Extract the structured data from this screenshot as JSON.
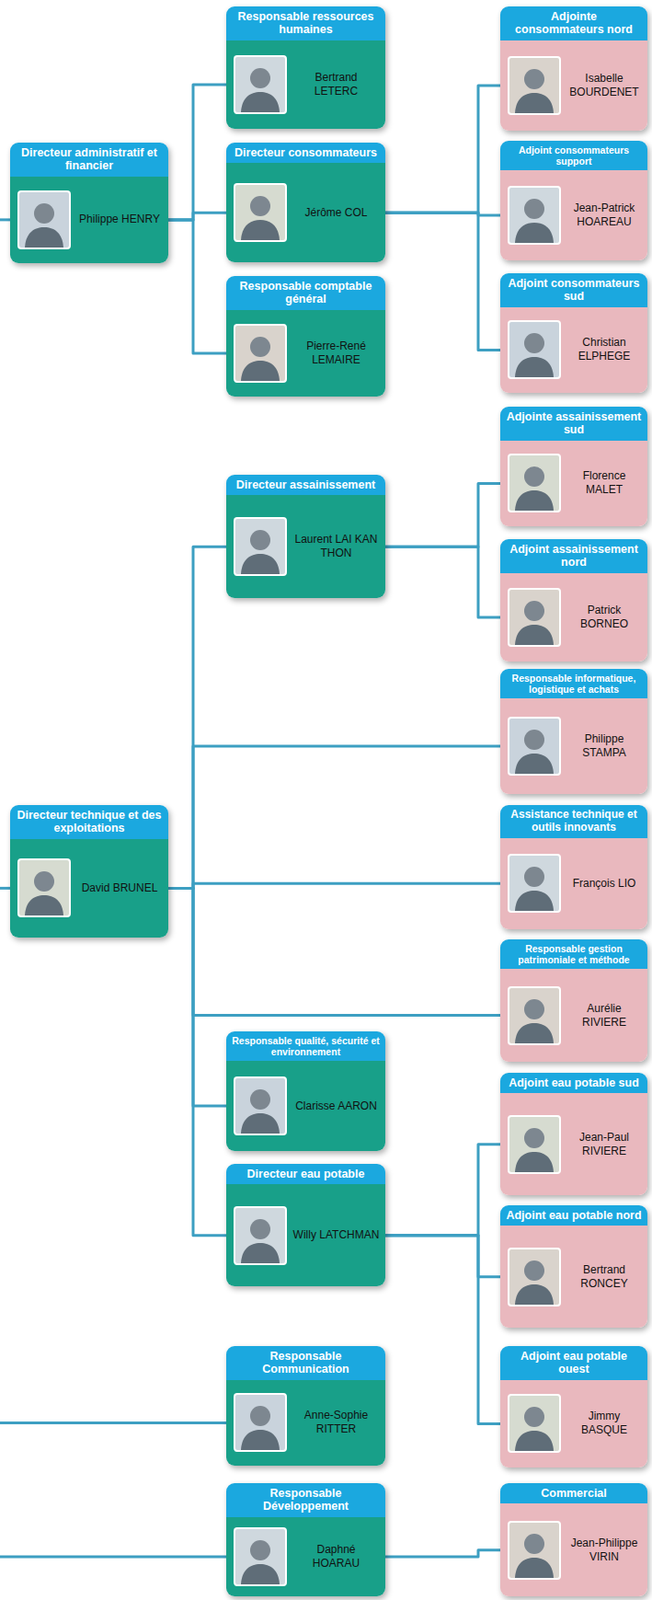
{
  "diagram": {
    "nodes": [
      {
        "text": [
          "Responsable ressources humaines",
          "Bertrand LETERC"
        ]
      },
      {
        "text": [
          "Adjointe consommateurs nord",
          "Isabelle BOURDENET"
        ]
      },
      {
        "text": [
          "Directeur administratif et financier",
          "Philippe HENRY"
        ]
      },
      {
        "text": [
          "Directeur consommateurs",
          "Jérôme COL"
        ]
      },
      {
        "text": [
          "Adjoint consommateurs support",
          "Jean-Patrick HOAREAU"
        ]
      },
      {
        "text": [
          "Responsable comptable général",
          "Pierre-René LEMAIRE"
        ]
      },
      {
        "text": [
          "Adjoint consommateurs sud",
          "Christian ELPHEGE"
        ]
      },
      {
        "text": [
          "Adjointe assainissement sud",
          "Florence MALET"
        ]
      },
      {
        "text": [
          "Directeur assainissement",
          "Laurent LAI KAN THON"
        ]
      },
      {
        "text": [
          "Adjoint assainissement nord",
          "Patrick BORNEO"
        ]
      },
      {
        "text": [
          "Responsable informatique, logistique et achats",
          "Philippe STAMPA"
        ]
      },
      {
        "text": [
          "Directeur technique et des exploitations",
          "David BRUNEL"
        ]
      },
      {
        "text": [
          "Assistance technique et outils innovants",
          "François LIO"
        ]
      },
      {
        "text": [
          "Responsable gestion patrimoniale et méthode",
          "Aurélie RIVIERE"
        ]
      },
      {
        "text": [
          "Responsable qualité, sécurité et environnement",
          "Clarisse AARON"
        ]
      },
      {
        "text": [
          "Adjoint eau potable sud",
          "Jean-Paul RIVIERE"
        ]
      },
      {
        "text": [
          "Directeur eau potable",
          "Willy LATCHMAN"
        ]
      },
      {
        "text": [
          "Adjoint eau potable nord",
          "Bertrand RONCEY"
        ]
      },
      {
        "text": [
          "Responsable Communication",
          "Anne-Sophie RITTER"
        ]
      },
      {
        "text": [
          "Adjoint eau potable ouest",
          "Jimmy BASQUE"
        ]
      },
      {
        "text": [
          "Responsable Développement",
          "Daphné HOARAU"
        ]
      },
      {
        "text": [
          "Commercial",
          "Jean-Philippe VIRIN"
        ]
      }
    ],
    "edges": [
      {
        "from": 2,
        "to": 0,
        "arrow": "none"
      },
      {
        "from": 2,
        "to": 3,
        "arrow": "none"
      },
      {
        "from": 2,
        "to": 5,
        "arrow": "none"
      },
      {
        "from": 3,
        "to": 1,
        "arrow": "none"
      },
      {
        "from": 3,
        "to": 4,
        "arrow": "none"
      },
      {
        "from": 3,
        "to": 6,
        "arrow": "none"
      },
      {
        "from": 8,
        "to": 7,
        "arrow": "none"
      },
      {
        "from": 8,
        "to": 9,
        "arrow": "none"
      },
      {
        "from": 11,
        "to": 8,
        "arrow": "none"
      },
      {
        "from": 11,
        "to": 10,
        "arrow": "none"
      },
      {
        "from": 11,
        "to": 12,
        "arrow": "none"
      },
      {
        "from": 11,
        "to": 13,
        "arrow": "none"
      },
      {
        "from": 11,
        "to": 14,
        "arrow": "none"
      },
      {
        "from": 11,
        "to": 16,
        "arrow": "none"
      },
      {
        "from": 16,
        "to": 15,
        "arrow": "none"
      },
      {
        "from": 16,
        "to": 17,
        "arrow": "none"
      },
      {
        "from": 16,
        "to": 19,
        "arrow": "none"
      },
      {
        "from": 20,
        "to": 21,
        "arrow": "none"
      }
    ]
  }
}
